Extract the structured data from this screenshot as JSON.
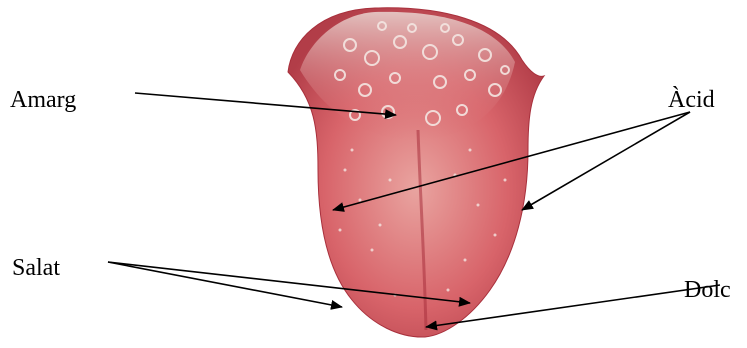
{
  "labels": {
    "amarg": "Amarg",
    "acid": "Àcid",
    "salat": "Salat",
    "dolc": "Dolc"
  },
  "colors": {
    "tongue_base": "#d8646a",
    "tongue_light": "#e9a4a0",
    "tongue_dark": "#b23d48",
    "back_tint": "#ead6d2",
    "papilla": "#f4e6e2",
    "arrow": "#000000"
  }
}
